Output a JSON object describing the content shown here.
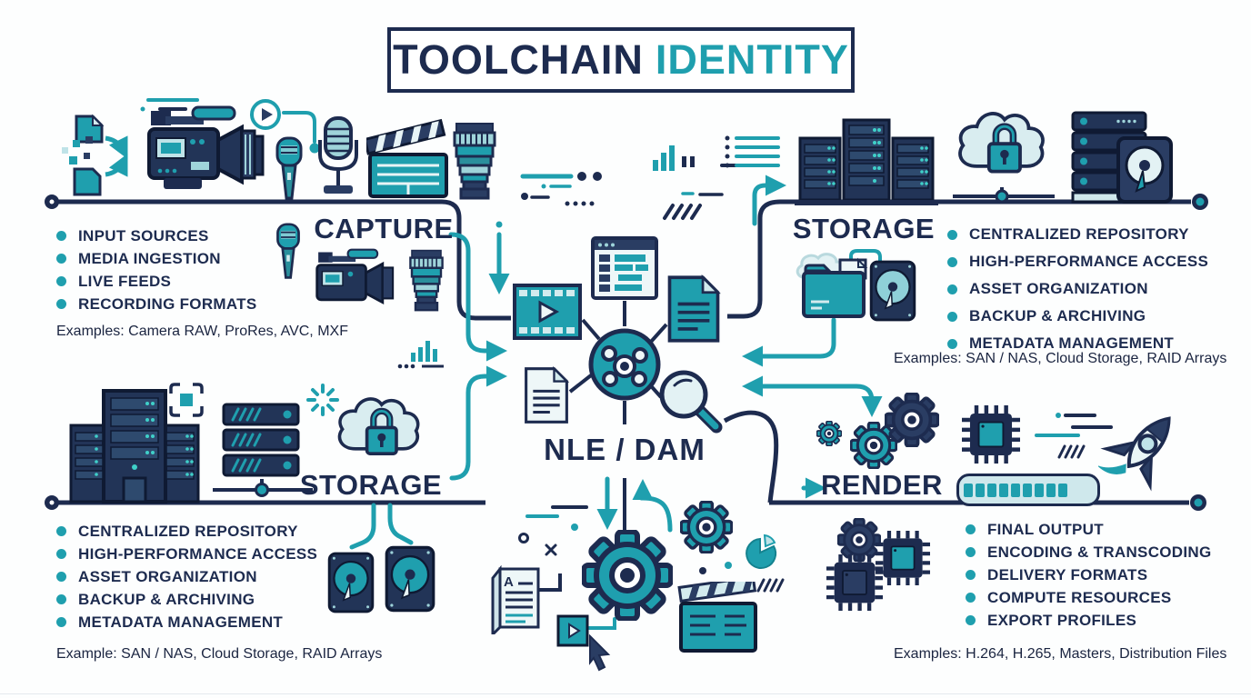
{
  "title": {
    "primary": "TOOLCHAIN",
    "accent": "IDENTITY"
  },
  "palette": {
    "navy": "#1d2b4f",
    "teal": "#1f9fae",
    "teal_dark": "#14828f",
    "teal_light": "#d3ebee"
  },
  "sections": {
    "capture": {
      "label": "CAPTURE",
      "bullets": [
        "INPUT SOURCES",
        "MEDIA INGESTION",
        "LIVE FEEDS",
        "RECORDING FORMATS"
      ],
      "examples": "Examples: Camera RAW, ProRes, AVC, MXF"
    },
    "storage_top": {
      "label": "STORAGE",
      "bullets": [
        "CENTRALIZED REPOSITORY",
        "HIGH-PERFORMANCE ACCESS",
        "ASSET ORGANIZATION",
        "BACKUP & ARCHIVING",
        "METADATA MANAGEMENT"
      ],
      "examples": "Examples: SAN / NAS, Cloud Storage, RAID Arrays"
    },
    "hub": {
      "label": "NLE / DAM",
      "doc_letter": "A"
    },
    "storage_bottom": {
      "label": "STORAGE",
      "bullets": [
        "CENTRALIZED REPOSITORY",
        "HIGH-PERFORMANCE ACCESS",
        "ASSET ORGANIZATION",
        "BACKUP & ARCHIVING",
        "METADATA MANAGEMENT"
      ],
      "examples": "Example: SAN / NAS, Cloud Storage, RAID Arrays"
    },
    "render": {
      "label": "RENDER",
      "bullets": [
        "FINAL OUTPUT",
        "ENCODING & TRANSCODING",
        "DELIVERY FORMATS",
        "COMPUTE RESOURCES",
        "EXPORT PROFILES"
      ],
      "examples": "Examples: H.264, H.265, Masters, Distribution Files"
    }
  },
  "icons": {
    "video-camera-icon": "camcorder shape",
    "microphone-icon": "handheld mic shape",
    "studio-microphone-icon": "studio mic shape",
    "clapperboard-icon": "clapper shape",
    "camera-lens-icon": "lens barrel shape",
    "media-files-icon": "documents with arrows",
    "play-circle-icon": "circle with triangle",
    "server-rack-icon": "three rack towers",
    "cloud-lock-icon": "cloud with padlock",
    "server-disk-icon": "server stack with hard disk",
    "hdd-icon": "hard disk platter",
    "folder-cloud-icon": "folder with cloud",
    "app-window-icon": "application window",
    "filmstrip-icon": "filmstrip with play",
    "document-icon": "document with lines",
    "magnifier-icon": "magnifying glass",
    "hub-network-icon": "network node circle",
    "gear-icon": "cog wheel",
    "cpu-chip-icon": "processor chip",
    "progress-bar-icon": "segmented progress bar",
    "rocket-icon": "rocket ship",
    "cursor-icon": "mouse pointer",
    "pie-chart-icon": "pie with slice",
    "bar-chart-icon": "ascending bars",
    "list-icon": "bulleted list lines",
    "nas-stack-icon": "three drive bays",
    "building-server-icon": "data center towers",
    "focus-frame-icon": "corner brackets",
    "sparkle-icon": "radial sparkle"
  }
}
